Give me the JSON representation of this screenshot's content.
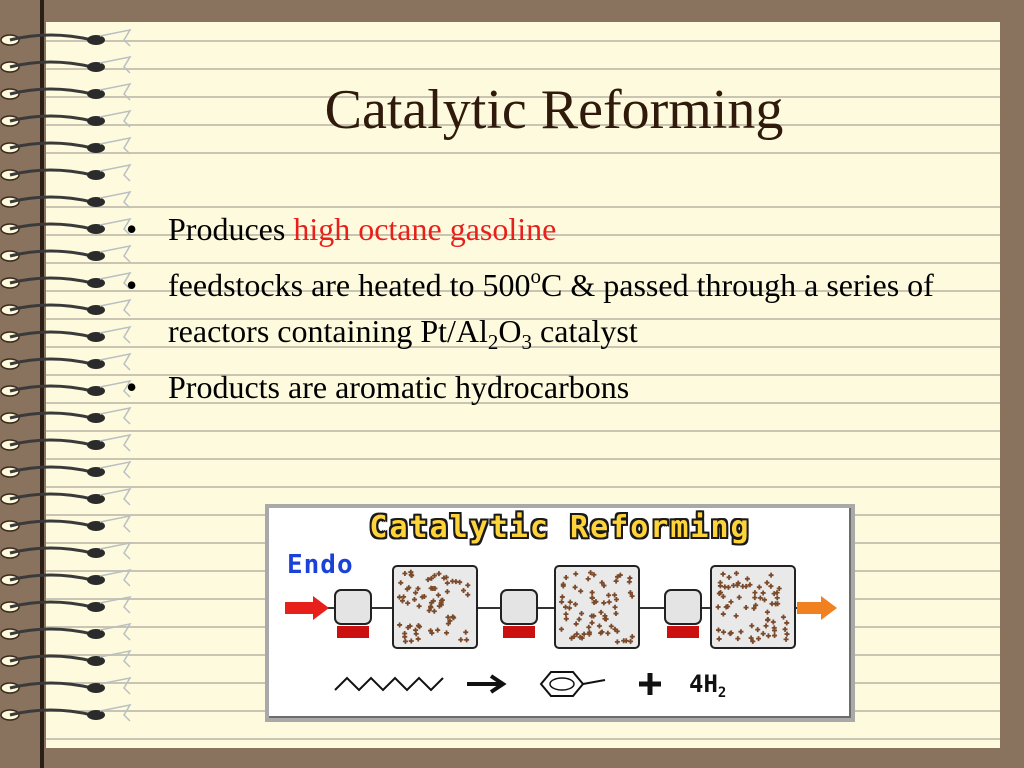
{
  "slide": {
    "title": "Catalytic Reforming",
    "bullets": [
      {
        "prefix": "Produces ",
        "highlight": "high octane gasoline"
      },
      {
        "text_part1": "feedstocks are heated to 500",
        "sup_o": "o",
        "text_part2": "C & passed through a series of reactors containing Pt/Al",
        "sub_2": "2",
        "text_part3": "O",
        "sub_3": "3",
        "text_part4": " catalyst"
      },
      {
        "text": "Products are aromatic hydrocarbons"
      }
    ],
    "bullet_glyph": "•"
  },
  "figure": {
    "title": "Catalytic Reforming",
    "label_endo": "Endo",
    "h2_prefix": "4H",
    "h2_sub": "2"
  },
  "colors": {
    "background": "#8a735e",
    "paper": "#fdfadd",
    "title": "#2f1a0c",
    "highlight": "#e8201c",
    "figure_title": "#ffd33a",
    "endo": "#1a42d8",
    "inlet_arrow": "#e8201c",
    "outlet_arrow": "#f08020",
    "heater": "#cc1010"
  }
}
